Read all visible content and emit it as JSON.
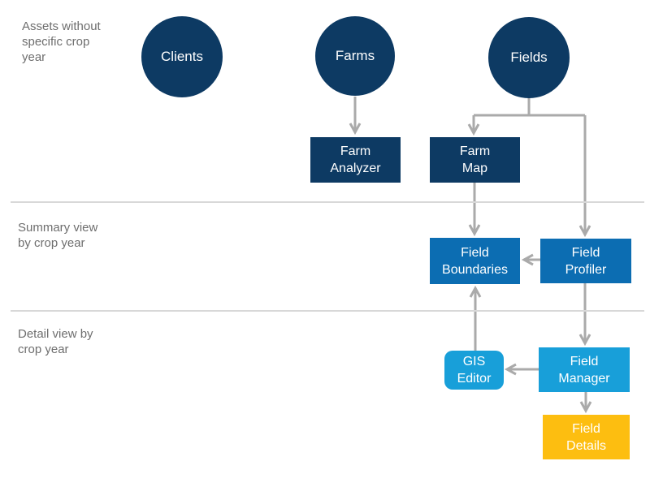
{
  "sections": [
    {
      "id": "assets",
      "label": "Assets without\nspecific crop\nyear"
    },
    {
      "id": "summary",
      "label": "Summary view\nby crop year"
    },
    {
      "id": "detail",
      "label": "Detail view by\ncrop year"
    }
  ],
  "nodes": {
    "clients": {
      "label": "Clients",
      "shape": "circle",
      "color": "#0d3a63"
    },
    "farms": {
      "label": "Farms",
      "shape": "circle",
      "color": "#0d3a63"
    },
    "fields": {
      "label": "Fields",
      "shape": "circle",
      "color": "#0d3a63"
    },
    "farm_analyzer": {
      "label": "Farm\nAnalyzer",
      "shape": "rect",
      "color": "#0d3a63"
    },
    "farm_map": {
      "label": "Farm\nMap",
      "shape": "rect",
      "color": "#0d3a63"
    },
    "field_boundaries": {
      "label": "Field\nBoundaries",
      "shape": "rect",
      "color": "#0c6db2"
    },
    "field_profiler": {
      "label": "Field\nProfiler",
      "shape": "rect",
      "color": "#0c6db2"
    },
    "gis_editor": {
      "label": "GIS\nEditor",
      "shape": "rounded-rect",
      "color": "#189fd9"
    },
    "field_manager": {
      "label": "Field\nManager",
      "shape": "rect",
      "color": "#189fd9"
    },
    "field_details": {
      "label": "Field\nDetails",
      "shape": "rect",
      "color": "#fdbe10"
    }
  },
  "edges": [
    {
      "from": "farms",
      "to": "farm_analyzer"
    },
    {
      "from": "fields",
      "to": "farm_map"
    },
    {
      "from": "fields",
      "to": "field_profiler"
    },
    {
      "from": "farm_map",
      "to": "field_boundaries"
    },
    {
      "from": "field_profiler",
      "to": "field_boundaries"
    },
    {
      "from": "field_profiler",
      "to": "field_manager"
    },
    {
      "from": "gis_editor",
      "to": "field_boundaries"
    },
    {
      "from": "field_manager",
      "to": "gis_editor"
    },
    {
      "from": "field_manager",
      "to": "field_details"
    }
  ],
  "colors": {
    "navy": "#0d3a63",
    "medium_blue": "#0c6db2",
    "cyan": "#189fd9",
    "yellow": "#fdbe10",
    "arrow": "#aaaaaa",
    "divider": "#d8d8d8",
    "section_label": "#6e6e6e"
  }
}
